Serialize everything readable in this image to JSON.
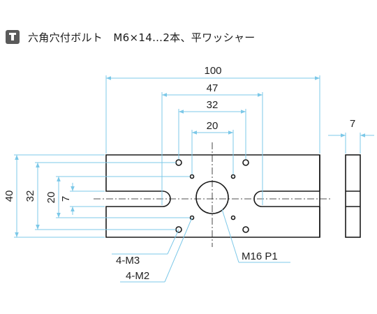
{
  "header": {
    "icon": "tool-badge-icon",
    "title": "六角穴付ボルト　M6×14…2本、平ワッシャー"
  },
  "dimensions": {
    "top_100": "100",
    "top_47": "47",
    "top_32": "32",
    "top_20": "20",
    "side_7": "7",
    "left_40": "40",
    "left_32": "32",
    "left_20": "20",
    "left_7": "7"
  },
  "callouts": {
    "m3": "4-M3",
    "m2": "4-M2",
    "m16": "M16 P1"
  },
  "colors": {
    "dimension": "#7cc8e8",
    "outline": "#1a1a1a"
  }
}
